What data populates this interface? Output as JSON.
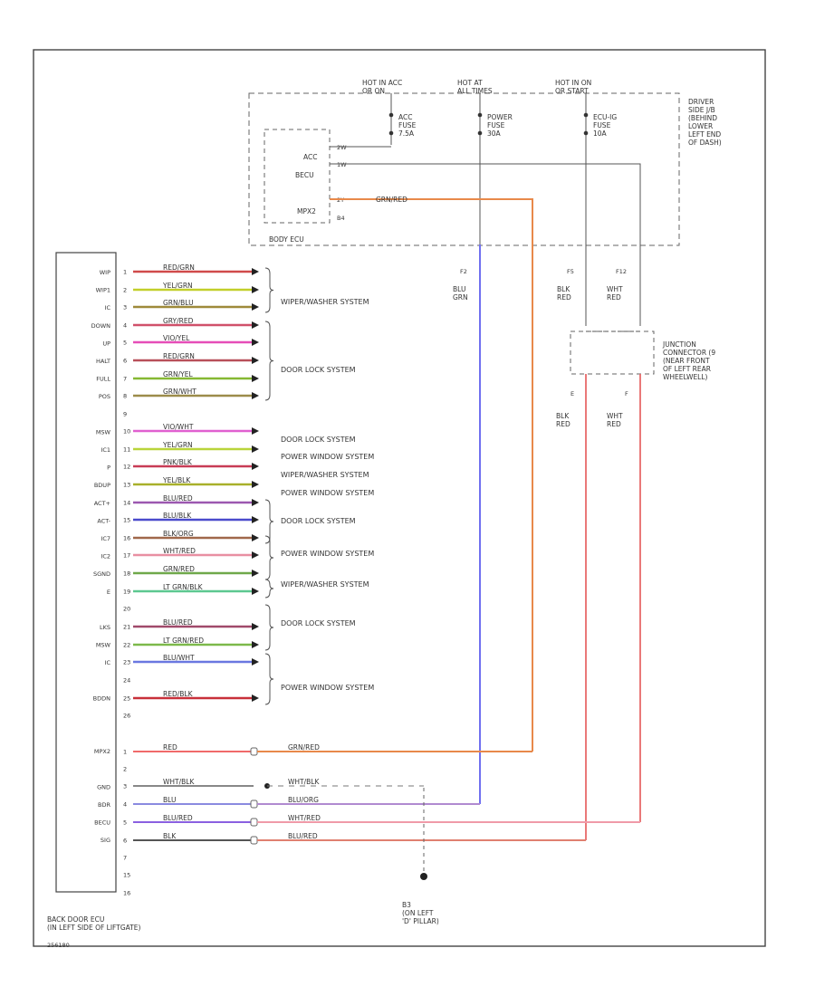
{
  "power": {
    "hot_acc": "HOT IN ACC\nOR ON",
    "hot_at_all_times": "HOT AT\nALL TIMES",
    "hot_on": "HOT IN ON\nOR START"
  },
  "fuses": [
    {
      "label": "ACC\nFUSE\n7.5A"
    },
    {
      "label": "POWER\nFUSE\n30A"
    },
    {
      "label": "ECU-IG\nFUSE\n10A"
    }
  ],
  "jb_label": "DRIVER\nSIDE J/B\n(BEHIND\nLOWER\nLEFT END\nOF DASH)",
  "body_ecu": {
    "pins": {
      "p1": "2W",
      "p2": "1W",
      "p3": "2Y"
    },
    "labels": [
      "ACC",
      "BECU",
      "MPX2"
    ],
    "connector": "B4",
    "name": "BODY ECU"
  },
  "junction": {
    "label": "JUNCTION\nCONNECTOR (9\n(NEAR FRONT\nOF LEFT REAR\nWHEELWELL)",
    "pins": {
      "e": "E",
      "f": "F"
    }
  },
  "vertical_wires": [
    {
      "pin": "F2",
      "color_label": "BLU\nGRN"
    },
    {
      "pin": "F5",
      "color_label": "BLK\nRED"
    },
    {
      "pin": "F12",
      "color_label": "WHT\nRED"
    }
  ],
  "junction_wires": [
    {
      "color_label": "BLK\nRED"
    },
    {
      "color_label": "WHT\nRED"
    }
  ],
  "ecu": {
    "name": "BACK DOOR ECU\n(IN LEFT SIDE OF LIFTGATE)",
    "code": "256180"
  },
  "pin_labels": [
    "WIP",
    "WIP1",
    "IC",
    "DOWN",
    "UP",
    "HALT",
    "FULL",
    "POS",
    "",
    "MSW",
    "IC1",
    "P",
    "BDUP",
    "ACT+",
    "ACT-",
    "IC7",
    "IC2",
    "SGND",
    "E",
    "",
    "LKS",
    "MSW",
    "IC",
    "",
    "BDDN",
    "",
    "",
    "MPX2",
    "",
    "GND",
    "BDR",
    "BECU",
    "SIG",
    "",
    "",
    ""
  ],
  "wires": [
    {
      "num": "1",
      "color_label": "RED/GRN",
      "color": "#d04a4a"
    },
    {
      "num": "2",
      "color_label": "YEL/GRN",
      "color": "#c2cf2a"
    },
    {
      "num": "3",
      "color_label": "GRN/BLU",
      "color": "#9e8a3a"
    },
    {
      "num": "4",
      "color_label": "GRY/RED",
      "color": "#d0506a"
    },
    {
      "num": "5",
      "color_label": "VIO/YEL",
      "color": "#e64db8"
    },
    {
      "num": "6",
      "color_label": "RED/GRN",
      "color": "#b8505a"
    },
    {
      "num": "7",
      "color_label": "GRN/YEL",
      "color": "#86b832"
    },
    {
      "num": "8",
      "color_label": "GRN/WHT",
      "color": "#9c8c4a"
    },
    {
      "num": "10",
      "color_label": "VIO/WHT",
      "color": "#e060d0"
    },
    {
      "num": "11",
      "color_label": "YEL/GRN",
      "color": "#b9d43a"
    },
    {
      "num": "12",
      "color_label": "PNK/BLK",
      "color": "#c83c56"
    },
    {
      "num": "13",
      "color_label": "YEL/BLK",
      "color": "#a8b02a"
    },
    {
      "num": "14",
      "color_label": "BLU/RED",
      "color": "#9c58b0"
    },
    {
      "num": "15",
      "color_label": "BLU/BLK",
      "color": "#4a4acc"
    },
    {
      "num": "16",
      "color_label": "BLK/ORG",
      "color": "#a0684a"
    },
    {
      "num": "17",
      "color_label": "WHT/RED",
      "color": "#e88fa2"
    },
    {
      "num": "18",
      "color_label": "GRN/RED",
      "color": "#6fa84a"
    },
    {
      "num": "19",
      "color_label": "LT GRN/BLK",
      "color": "#5cc890"
    },
    {
      "num": "21",
      "color_label": "BLU/RED",
      "color": "#a04a6a"
    },
    {
      "num": "22",
      "color_label": "LT GRN/RED",
      "color": "#7cb94a"
    },
    {
      "num": "23",
      "color_label": "BLU/WHT",
      "color": "#6a78e0"
    },
    {
      "num": "25",
      "color_label": "RED/BLK",
      "color": "#c8303a"
    }
  ],
  "gap_pins": [
    "9",
    "20",
    "24",
    "26"
  ],
  "systems": [
    "WIPER/WASHER SYSTEM",
    "DOOR LOCK SYSTEM",
    "DOOR LOCK SYSTEM",
    "POWER WINDOW SYSTEM",
    "WIPER/WASHER SYSTEM",
    "POWER WINDOW SYSTEM",
    "DOOR LOCK SYSTEM",
    "POWER WINDOW SYSTEM",
    "WIPER/WASHER SYSTEM",
    "DOOR LOCK SYSTEM",
    "POWER WINDOW SYSTEM"
  ],
  "bottom_wires": [
    {
      "num": "1",
      "left_label": "RED",
      "right_label": "GRN/RED"
    },
    {
      "num": "2",
      "left_label": "",
      "right_label": ""
    },
    {
      "num": "3",
      "left_label": "WHT/BLK",
      "right_label": "WHT/BLK"
    },
    {
      "num": "4",
      "left_label": "BLU",
      "right_label": "BLU/ORG"
    },
    {
      "num": "5",
      "left_label": "BLU/RED",
      "right_label": "WHT/RED"
    },
    {
      "num": "6",
      "left_label": "BLK",
      "right_label": "BLU/RED"
    },
    {
      "num": "7",
      "left_label": "",
      "right_label": ""
    },
    {
      "num": "15",
      "left_label": "",
      "right_label": ""
    },
    {
      "num": "16",
      "left_label": "",
      "right_label": ""
    }
  ],
  "ground": {
    "label": "B3\n(ON LEFT\n'D' PILLAR)"
  }
}
